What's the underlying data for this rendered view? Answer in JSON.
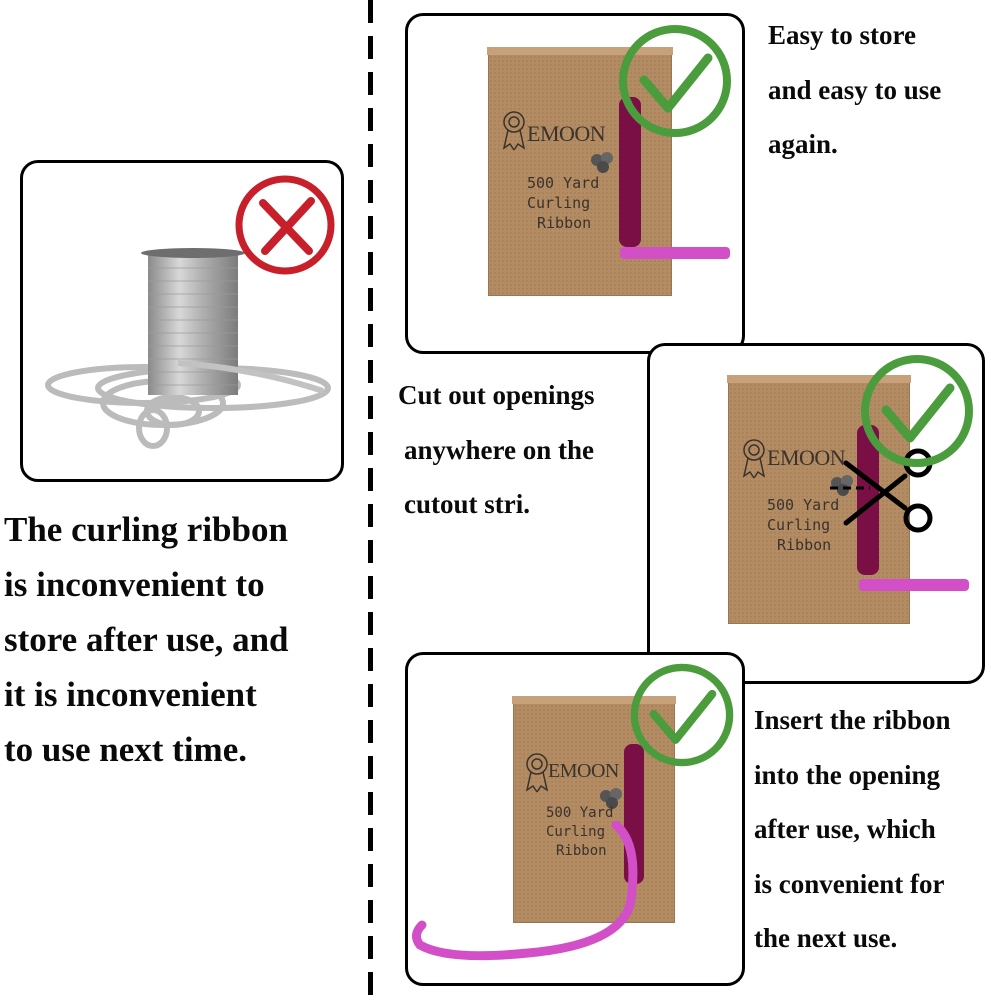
{
  "left": {
    "description_lines": [
      "The curling ribbon",
      "is inconvenient to",
      "store after use, and",
      "it is inconvenient",
      "to use next time."
    ],
    "status_icon": "red-x-icon"
  },
  "panels": [
    {
      "status_icon": "green-check-icon",
      "caption_lines": [
        "Easy to store",
        "and easy to use",
        "again."
      ]
    },
    {
      "status_icon": "green-check-icon",
      "caption_lines": [
        "Cut out openings",
        "anywhere on the",
        "cutout stri."
      ]
    },
    {
      "status_icon": "green-check-icon",
      "caption_lines": [
        "Insert the ribbon",
        "into the opening",
        "after use, which",
        "is convenient for",
        "the next use."
      ]
    }
  ],
  "box_label": {
    "brand": "EMOON",
    "line1": "500 Yard",
    "line2": "Curling",
    "line3": "Ribbon"
  },
  "colors": {
    "cross": "#c8202a",
    "check": "#4a9c3c",
    "ribbon": "#d24fc8",
    "box": "#b48c63"
  }
}
